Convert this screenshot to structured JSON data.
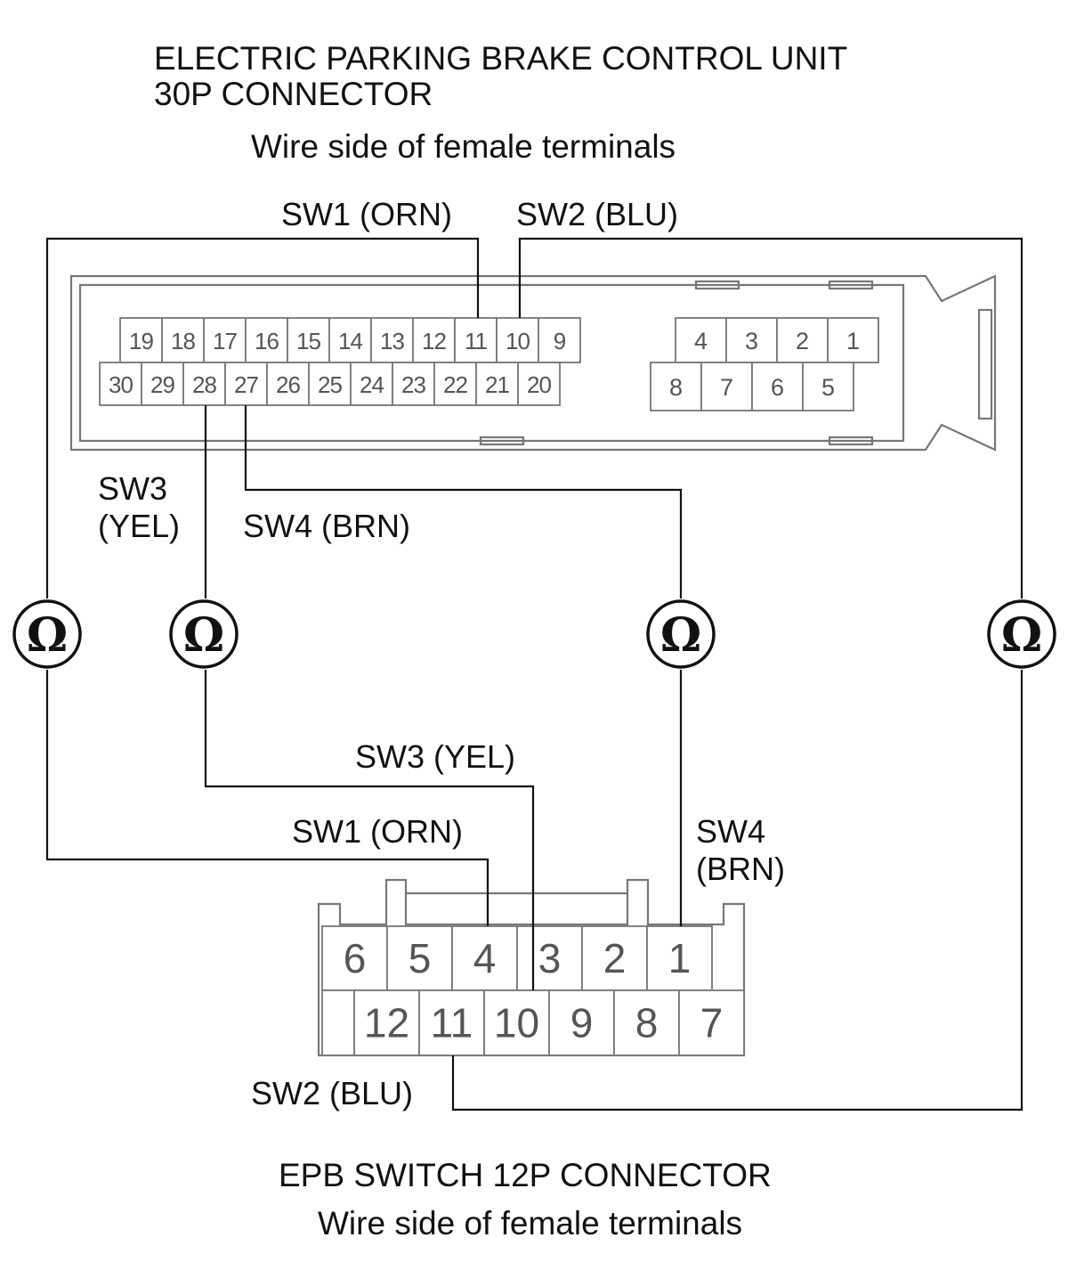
{
  "ecu": {
    "title_line1": "ELECTRIC PARKING BRAKE CONTROL UNIT",
    "title_line2": "30P CONNECTOR",
    "view": "Wire side of female terminals",
    "pins_top": [
      "19",
      "18",
      "17",
      "16",
      "15",
      "14",
      "13",
      "12",
      "11",
      "10",
      "9"
    ],
    "pins_bottom": [
      "30",
      "29",
      "28",
      "27",
      "26",
      "25",
      "24",
      "23",
      "22",
      "21",
      "20"
    ],
    "pins_right_top": [
      "4",
      "3",
      "2",
      "1"
    ],
    "pins_right_bottom": [
      "8",
      "7",
      "6",
      "5"
    ]
  },
  "switch": {
    "title": "EPB SWITCH 12P CONNECTOR",
    "view": "Wire side of female terminals",
    "pins_top": [
      "6",
      "5",
      "4",
      "3",
      "2",
      "1"
    ],
    "pins_bottom": [
      "12",
      "11",
      "10",
      "9",
      "8",
      "7"
    ]
  },
  "labels": {
    "sw1_top": "SW1 (ORN)",
    "sw2_top": "SW2 (BLU)",
    "sw3_line1": "SW3",
    "sw3_line2": "(YEL)",
    "sw4_mid": "SW4 (BRN)",
    "sw3_bottom": "SW3 (YEL)",
    "sw1_bottom": "SW1 (ORN)",
    "sw4_line1": "SW4",
    "sw4_line2": "(BRN)",
    "sw2_bottom": "SW2 (BLU)"
  },
  "meter_icon": "ohmmeter-icon",
  "meter_symbol": "Ω"
}
